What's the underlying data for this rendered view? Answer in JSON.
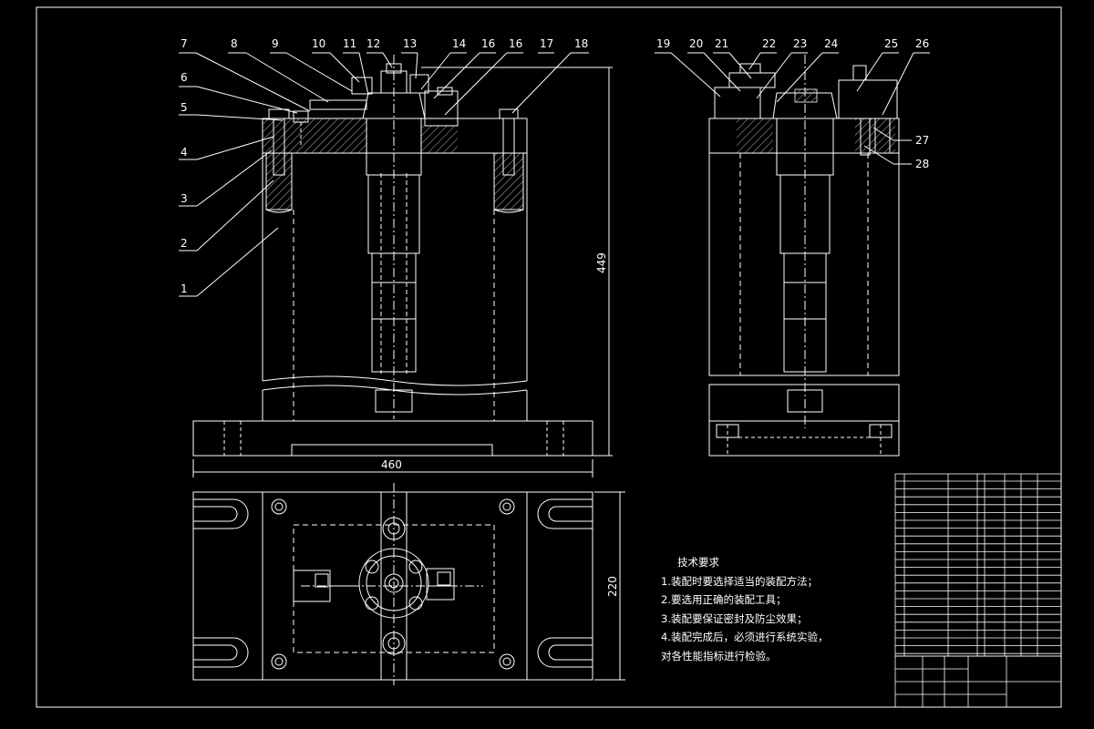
{
  "colors": {
    "background": "#000000",
    "lines": "#ffffff",
    "hidden": "#ffffff",
    "hatch": "#9a9a9a"
  },
  "front_labels": [
    "7",
    "8",
    "9",
    "10",
    "11",
    "12",
    "13",
    "14",
    "16",
    "16",
    "17",
    "18"
  ],
  "left_labels": [
    "6",
    "5",
    "4",
    "3",
    "2",
    "1"
  ],
  "side_labels": [
    "19",
    "20",
    "21",
    "22",
    "23",
    "24",
    "25",
    "26"
  ],
  "side_right_labels": [
    "27",
    "28"
  ],
  "dimensions": {
    "height": "449",
    "width": "460",
    "depth": "220"
  },
  "tech_notes": {
    "title": "技术要求",
    "items": [
      "1.装配时要选择适当的装配方法；",
      "2.要选用正确的装配工具；",
      "3.装配要保证密封及防尘效果；",
      "4.装配完成后，必须进行系统实验，",
      "对各性能指标进行检验。"
    ]
  }
}
